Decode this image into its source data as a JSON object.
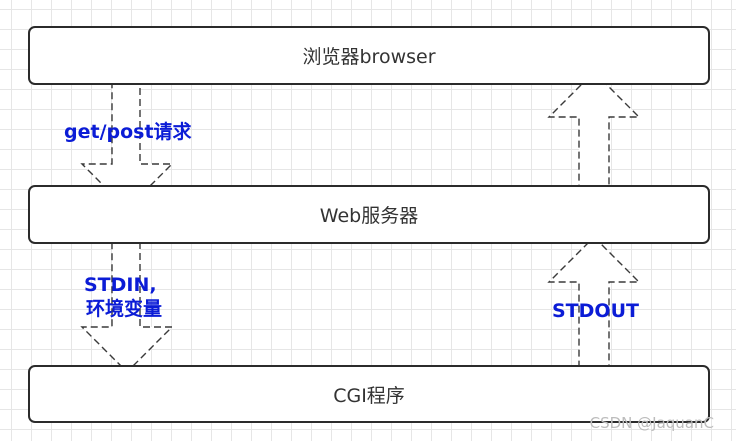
{
  "boxes": {
    "browser": "浏览器browser",
    "web_server": "Web服务器",
    "cgi": "CGI程序"
  },
  "labels": {
    "request": "get/post请求",
    "stdin": "STDIN,",
    "env": "环境变量",
    "stdout": "STDOUT"
  },
  "watermark": "CSDN @JaquanC",
  "colors": {
    "label_text": "#0b1cd6",
    "box_border": "#2b2b2b",
    "arrow_stroke": "#3a3a3a",
    "grid": "#e6e6e6"
  }
}
